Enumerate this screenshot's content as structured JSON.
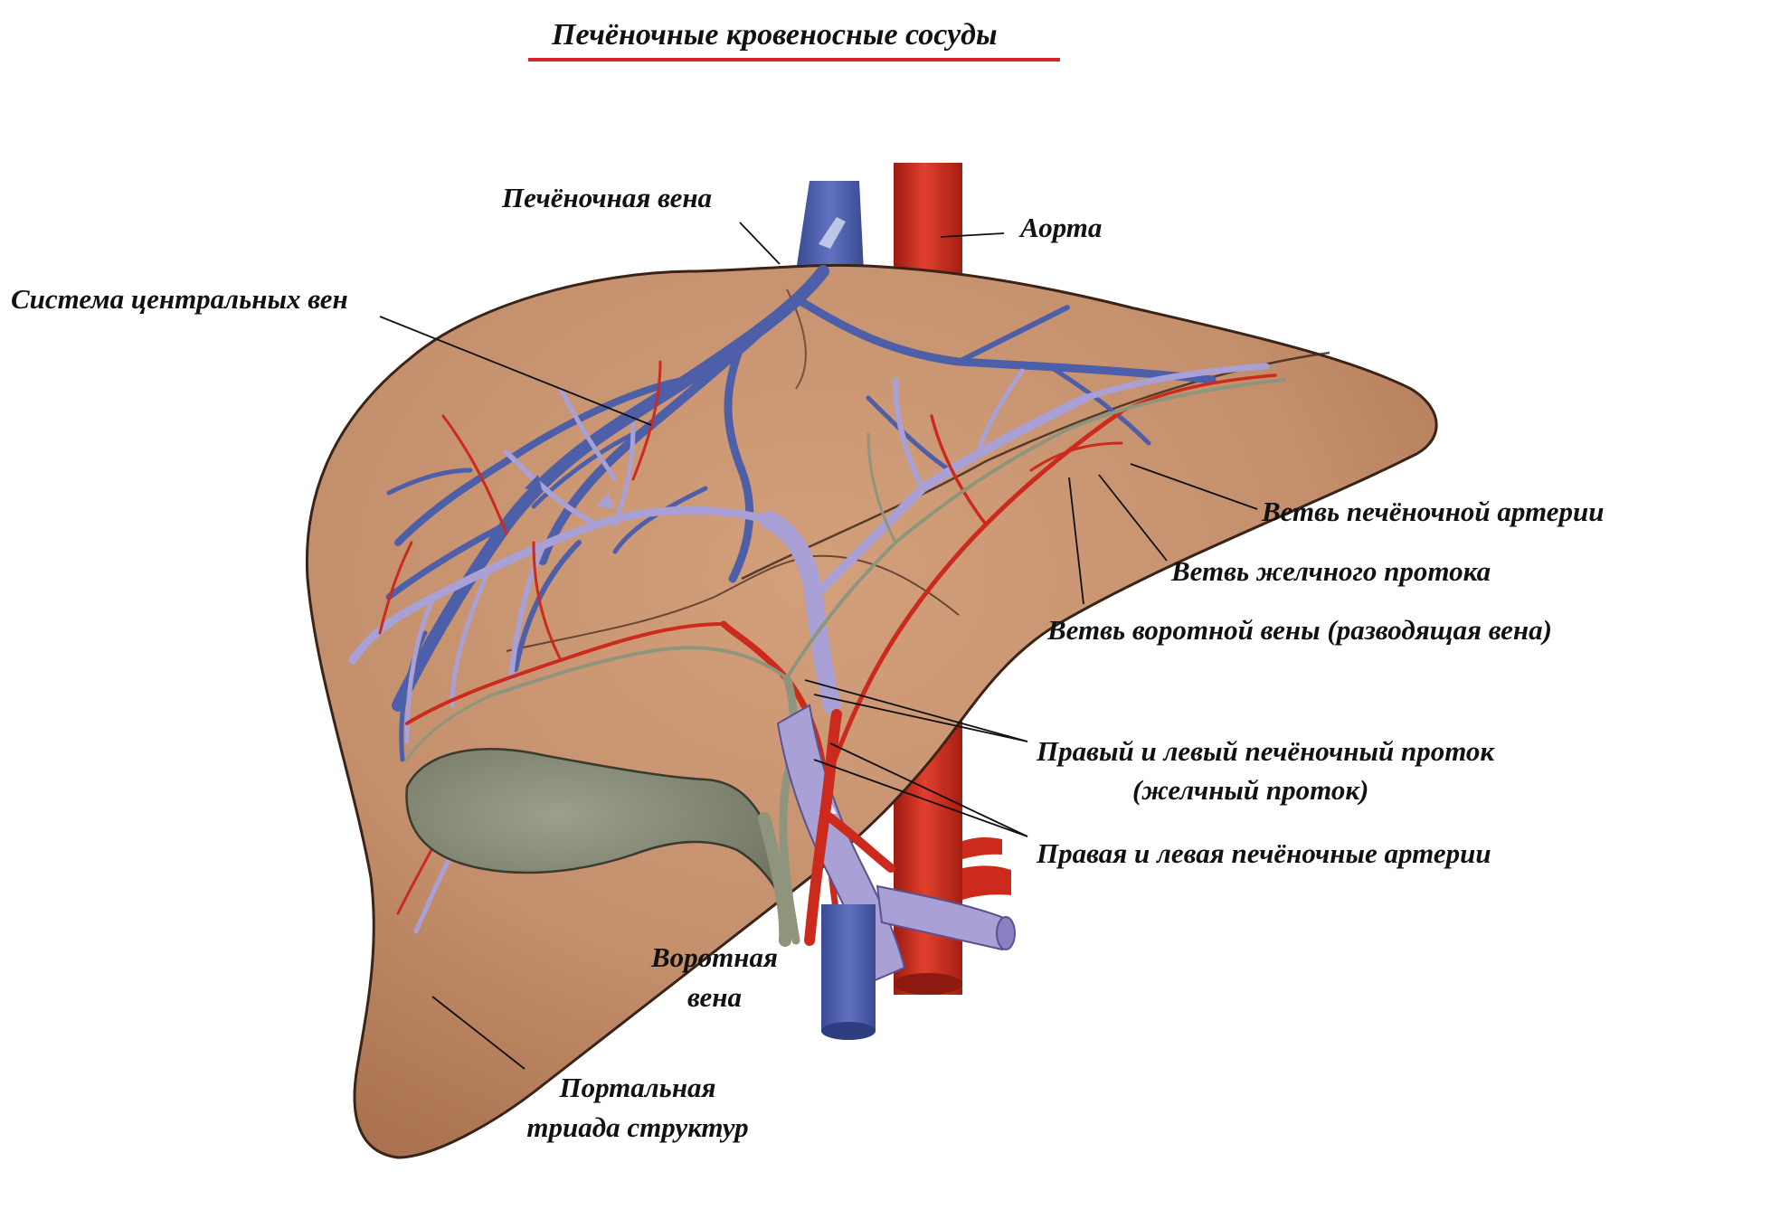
{
  "title": "Печёночные кровеносные сосуды",
  "colors": {
    "title_rule": "#d8232a",
    "liver": "#c48f6c",
    "liver_outline": "#3a2418",
    "vein": "#4d5fa8",
    "artery": "#cc2a1c",
    "portal": "#a9a0d6",
    "bile": "#8f957d",
    "gallbladder": "#7e8470"
  },
  "labels": {
    "hepatic_vein": "Печёночная вена",
    "aorta": "Аорта",
    "central_veins": "Система центральных вен",
    "hepatic_artery_branch": "Ветвь печёночной артерии",
    "bile_duct_branch": "Ветвь желчного протока",
    "portal_vein_branch": "Ветвь воротной вены (разводящая вена)",
    "hepatic_ducts_line1": "Правый и левый печёночный проток",
    "hepatic_ducts_line2": "(желчный проток)",
    "hepatic_arteries": "Правая и левая печёночные артерии",
    "portal_vein_line1": "Воротная",
    "portal_vein_line2": "вена",
    "portal_triad_line1": "Портальная",
    "portal_triad_line2": "триада структур"
  }
}
